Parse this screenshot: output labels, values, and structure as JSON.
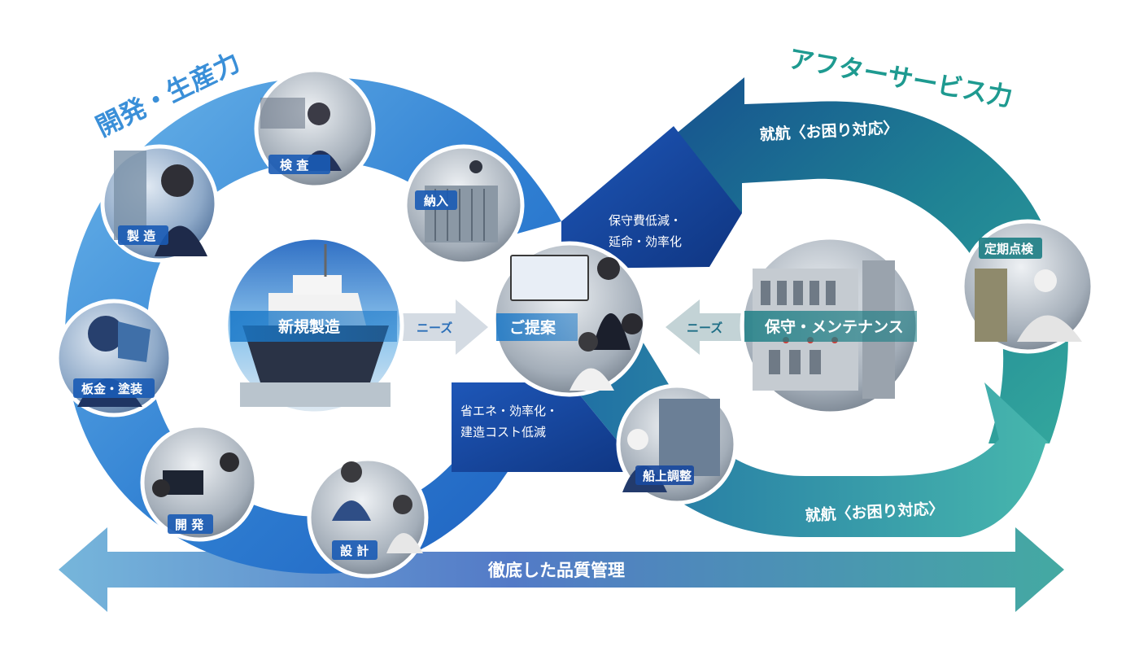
{
  "titles": {
    "left": "開発・生産力",
    "right": "アフターサービス力"
  },
  "colors": {
    "blue_light": "#5aa3e0",
    "blue_mid": "#2f78cc",
    "blue_dark": "#123b8f",
    "teal_dark": "#1f6d8a",
    "teal": "#2a9a95",
    "teal_light": "#5fc0b5",
    "title_blue": "#3a8fd8",
    "title_teal": "#1e9a90",
    "needs_gray": "#c8d0d8"
  },
  "left_loop": {
    "stages": [
      {
        "label": "検 査",
        "icon": "inspection-photo"
      },
      {
        "label": "納入",
        "icon": "delivery-photo"
      },
      {
        "label": "製 造",
        "icon": "manufacturing-photo"
      },
      {
        "label": "板金・塗装",
        "icon": "welding-photo"
      },
      {
        "label": "開 発",
        "icon": "development-photo"
      },
      {
        "label": "設 計",
        "icon": "design-photo"
      }
    ],
    "center_label": "新規製造"
  },
  "center": {
    "label": "ご提案",
    "needs_left": "ニーズ",
    "needs_right": "ニーズ",
    "note_upper": [
      "保守費低減・",
      "延命・効率化"
    ],
    "note_lower": [
      "省エネ・効率化・",
      "建造コスト低減"
    ]
  },
  "right_loop": {
    "center_label": "保守・メンテナンス",
    "top_arrow_label": "就航〈お困り対応〉",
    "bottom_arrow_label": "就航〈お困り対応〉",
    "stages": [
      {
        "label": "定期点検",
        "icon": "periodic-inspection-photo"
      },
      {
        "label": "船上調整",
        "icon": "onboard-adjustment-photo"
      }
    ]
  },
  "bottom_bar": {
    "label": "徹底した品質管理"
  }
}
